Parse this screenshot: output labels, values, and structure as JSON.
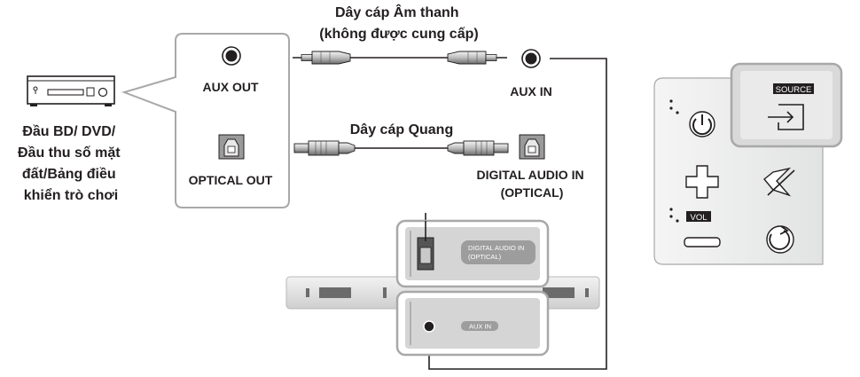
{
  "cables": {
    "audio_title_line1": "Dây cáp Âm thanh",
    "audio_title_line2": "(không được cung cấp)",
    "optical_title": "Dây cáp Quang"
  },
  "source_device": {
    "label_lines": [
      "Đầu BD/ DVD/",
      "Đầu thu số mặt",
      "đất/Bảng điều",
      "khiển trò chơi"
    ],
    "aux_out_label": "AUX OUT",
    "optical_out_label": "OPTICAL OUT"
  },
  "soundbar": {
    "aux_in_label": "AUX IN",
    "digital_in_label_line1": "DIGITAL AUDIO IN",
    "digital_in_label_line2": "(OPTICAL)",
    "panel_digital_line1": "DIGITAL AUDIO IN",
    "panel_digital_line2": "(OPTICAL)",
    "panel_aux": "AUX IN"
  },
  "remote": {
    "source_label": "SOURCE",
    "vol_label": "VOL"
  },
  "colors": {
    "line": "#231f20",
    "callout_border": "#a8a8a8",
    "remote_body": "#e9eaea",
    "highlight": "#d9d9d9"
  }
}
